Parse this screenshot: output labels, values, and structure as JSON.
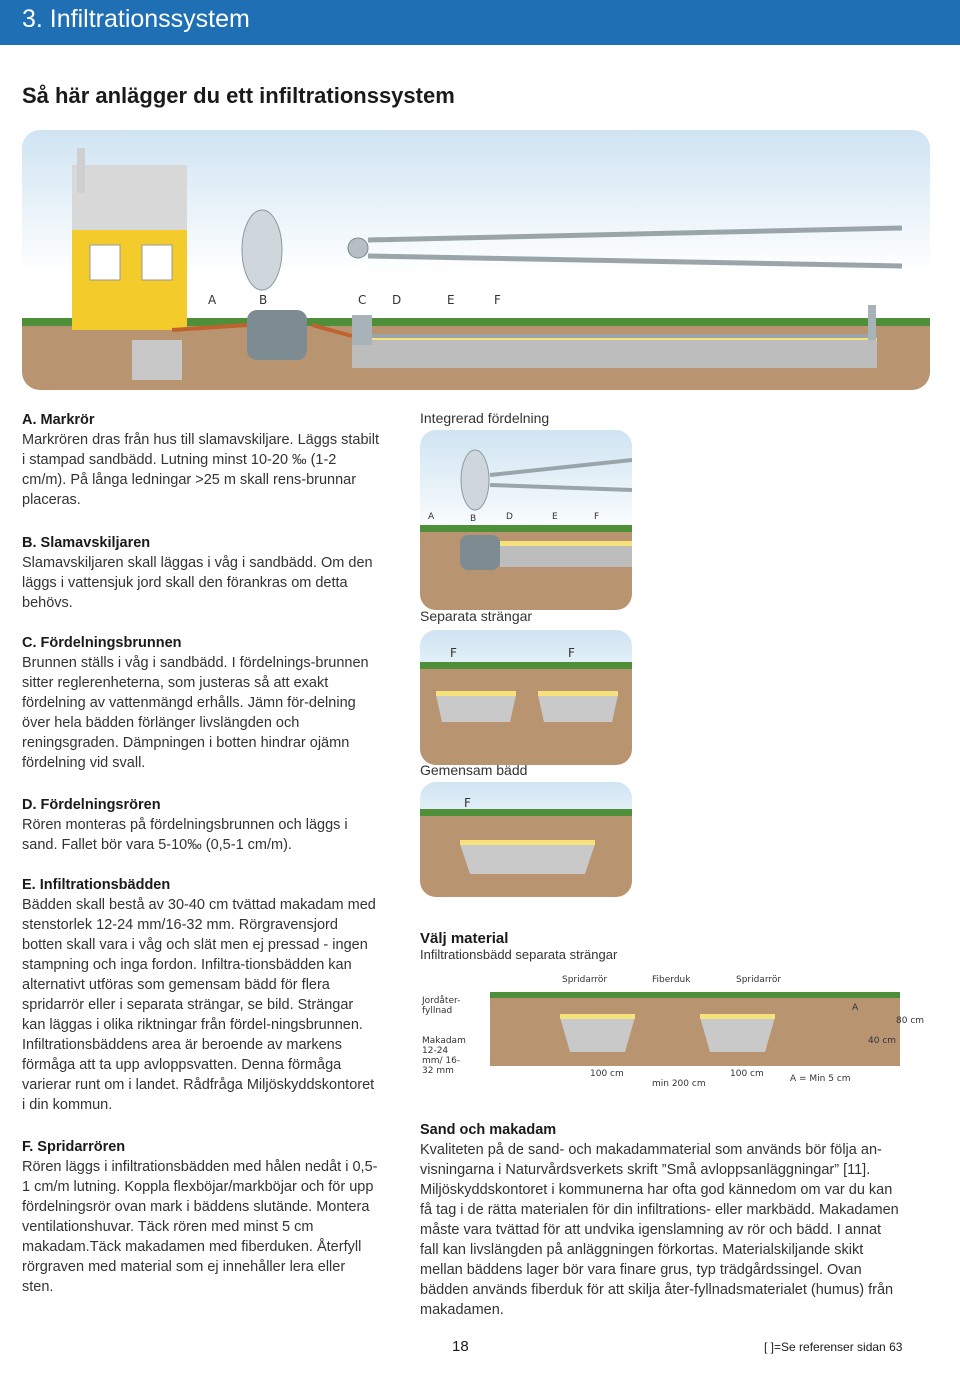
{
  "header": {
    "title": "3. Infiltrationssystem"
  },
  "subtitle": "Så här anlägger du ett infiltrationssystem",
  "diagram": {
    "labels": [
      "A",
      "B",
      "C",
      "D",
      "E",
      "F"
    ]
  },
  "sections": [
    {
      "heading": "A. Markrör",
      "text": "Markrören dras från hus till slamavskiljare. Läggs stabilt i stampad sandbädd. Lutning minst 10-20 ‰ (1-2 cm/m). På långa ledningar >25 m skall rens-brunnar placeras."
    },
    {
      "heading": "B. Slamavskiljaren",
      "text": "Slamavskiljaren skall läggas i våg i sandbädd. Om den läggs i vattensjuk jord skall den förankras om detta behövs."
    },
    {
      "heading": "C. Fördelningsbrunnen",
      "text": "Brunnen ställs i våg i sandbädd. I fördelnings-brunnen sitter reglerenheterna, som justeras så att exakt fördelning av vattenmängd erhålls. Jämn för-delning över hela bädden förlänger livslängden och reningsgraden. Dämpningen i botten hindrar ojämn fördelning vid svall."
    },
    {
      "heading": "D. Fördelningsrören",
      "text": "Rören monteras på fördelningsbrunnen och läggs i sand. Fallet bör vara 5-10‰ (0,5-1 cm/m)."
    },
    {
      "heading": "E. Infiltrationsbädden",
      "text": "Bädden skall bestå av 30-40 cm tvättad makadam med stenstorlek 12-24 mm/16-32 mm. Rörgravensjord botten skall vara i våg och slät men ej pressad - ingen stampning och inga fordon. Infiltra-tionsbädden kan alternativt utföras som gemensam bädd för flera spridarrör eller i separata strängar, se bild. Strängar kan läggas i olika riktningar från fördel-ningsbrunnen. Infiltrationsbäddens area är beroende av markens förmåga att ta upp avloppsvatten. Denna förmåga varierar runt om i landet. Rådfråga Miljöskyddskontoret i din kommun."
    },
    {
      "heading": "F. Spridarrören",
      "text": "Rören läggs i infiltrationsbädden med hålen nedåt i 0,5-1 cm/m lutning. Koppla flexböjar/markböjar och för upp fördelningsrör ovan mark i bäddens slutände. Montera ventilationshuvar. Täck rören med minst 5 cm makadam.Täck makadamen med fiberduken. Återfyll rörgraven med material som ej innehåller lera eller sten."
    }
  ],
  "figures": {
    "integrerad": {
      "caption": "Integrerad fördelning",
      "labels": [
        "A",
        "B",
        "D",
        "E",
        "F"
      ]
    },
    "separata": {
      "caption": "Separata strängar",
      "labels": [
        "F",
        "F"
      ]
    },
    "gemensam": {
      "caption": "Gemensam bädd",
      "labels": [
        "F"
      ]
    }
  },
  "material": {
    "heading": "Välj material",
    "sub": "Infiltrationsbädd separata strängar",
    "labels": {
      "spridarror1": "Spridarrör",
      "fiberduk": "Fiberduk",
      "spridarror2": "Spridarrör",
      "jordaterfyllnad": "Jordåter-fyllnad",
      "makadam": "Makadam 12-24 mm/ 16-32 mm",
      "a": "A",
      "cm40": "40 cm",
      "cm80": "80 cm",
      "cm100a": "100 cm",
      "min200": "min 200 cm",
      "cm100b": "100 cm",
      "amin": "A = Min 5 cm"
    }
  },
  "sand": {
    "heading": "Sand och makadam",
    "text": "Kvaliteten på de sand- och makadammaterial som används bör följa an-visningarna i Naturvårdsverkets skrift ”Små avloppsanläggningar” [11]. Miljöskyddskontoret i kommunerna har ofta god kännedom om var du kan få tag i de rätta materialen för din infiltrations- eller markbädd. Makadamen måste vara tvättad för att undvika igenslamning av rör och bädd. I annat fall kan livslängden på anläggningen förkortas. Materialskiljande skikt mellan bäddens lager bör vara finare grus, typ trädgårdssingel. Ovan bädden används fiberduk för att skilja åter-fyllnadsmaterialet (humus) från makadamen."
  },
  "footer": {
    "page": "18",
    "ref": "[ ]=Se referenser sidan 63"
  },
  "colors": {
    "brand": "#1f6fb5",
    "gravel": "#a8a8a8",
    "soil": "#b89570",
    "grass": "#4f8f3a",
    "pipe": "#c0622d",
    "sand": "#f5e27a"
  }
}
